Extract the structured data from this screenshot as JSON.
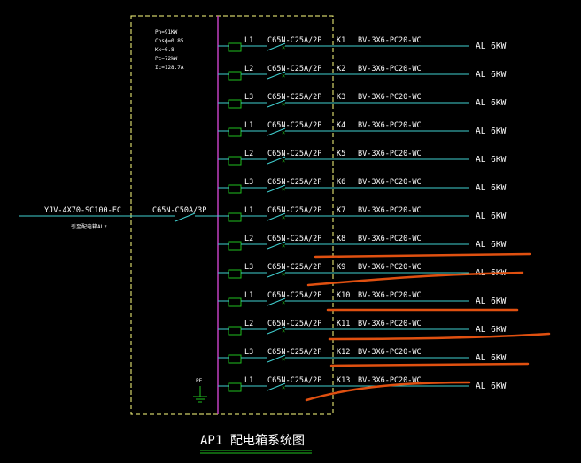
{
  "panel_params": [
    "Pn=91KW",
    "Cosϕ=0.85",
    "Kx=0.8",
    "Pc=72kW",
    "Ic=128.7A"
  ],
  "incoming": {
    "cable": "YJV-4X70-SC100-FC",
    "source": "引至配电箱ALz",
    "breaker": "C65N-C50A/3P"
  },
  "circuits": [
    {
      "phase": "L1",
      "breaker": "C65N-C25A/2P",
      "id": "K1",
      "cable": "BV-3X6-PC20-WC",
      "load": "AL 6KW"
    },
    {
      "phase": "L2",
      "breaker": "C65N-C25A/2P",
      "id": "K2",
      "cable": "BV-3X6-PC20-WC",
      "load": "AL 6KW"
    },
    {
      "phase": "L3",
      "breaker": "C65N-C25A/2P",
      "id": "K3",
      "cable": "BV-3X6-PC20-WC",
      "load": "AL 6KW"
    },
    {
      "phase": "L1",
      "breaker": "C65N-C25A/2P",
      "id": "K4",
      "cable": "BV-3X6-PC20-WC",
      "load": "AL 6KW"
    },
    {
      "phase": "L2",
      "breaker": "C65N-C25A/2P",
      "id": "K5",
      "cable": "BV-3X6-PC20-WC",
      "load": "AL 6KW"
    },
    {
      "phase": "L3",
      "breaker": "C65N-C25A/2P",
      "id": "K6",
      "cable": "BV-3X6-PC20-WC",
      "load": "AL 6KW"
    },
    {
      "phase": "L1",
      "breaker": "C65N-C25A/2P",
      "id": "K7",
      "cable": "BV-3X6-PC20-WC",
      "load": "AL 6KW"
    },
    {
      "phase": "L2",
      "breaker": "C65N-C25A/2P",
      "id": "K8",
      "cable": "BV-3X6-PC20-WC",
      "load": "AL 6KW"
    },
    {
      "phase": "L3",
      "breaker": "C65N-C25A/2P",
      "id": "K9",
      "cable": "BV-3X6-PC20-WC",
      "load": "AL 6KW"
    },
    {
      "phase": "L1",
      "breaker": "C65N-C25A/2P",
      "id": "K10",
      "cable": "BV-3X6-PC20-WC",
      "load": "AL 6KW"
    },
    {
      "phase": "L2",
      "breaker": "C65N-C25A/2P",
      "id": "K11",
      "cable": "BV-3X6-PC20-WC",
      "load": "AL 6KW"
    },
    {
      "phase": "L3",
      "breaker": "C65N-C25A/2P",
      "id": "K12",
      "cable": "BV-3X6-PC20-WC",
      "load": "AL 6KW"
    },
    {
      "phase": "L1",
      "breaker": "C65N-C25A/2P",
      "id": "K13",
      "cable": "BV-3X6-PC20-WC",
      "load": "AL 6KW"
    }
  ],
  "pe_label": "PE",
  "title": {
    "code": "AP1",
    "name": "配电箱系统图"
  },
  "colors": {
    "background": "#000000",
    "frame": "#ffff80",
    "busbar": "#c040c0",
    "feeder_line": "#40d0d0",
    "switch_green": "#20c020",
    "text": "#ffffff",
    "markup": "#e05010"
  }
}
